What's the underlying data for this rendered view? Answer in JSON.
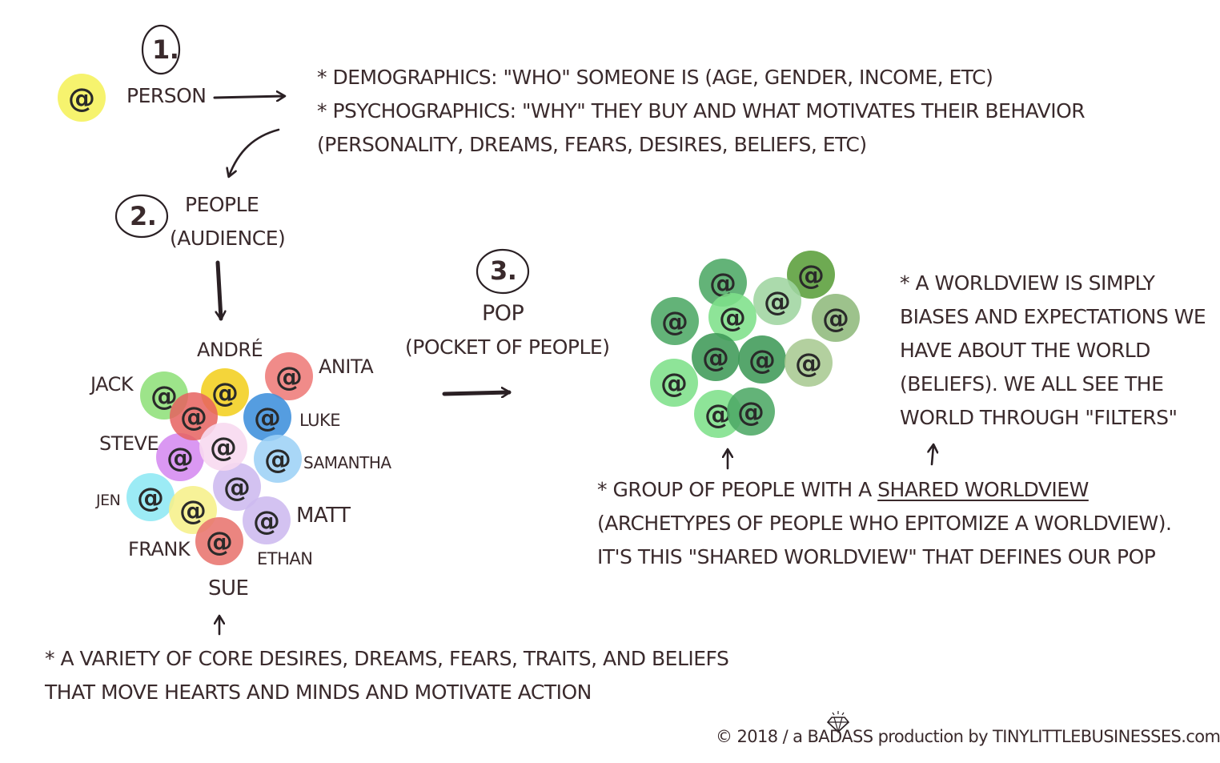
{
  "step1": {
    "number": "1.",
    "label": "PERSON"
  },
  "step1_notes": {
    "line1": "* DEMOGRAPHICS: \"WHO\" SOMEONE IS (AGE, GENDER, INCOME, ETC)",
    "line2": "* PSYCHOGRAPHICS: \"WHY\" THEY BUY AND WHAT MOTIVATES THEIR BEHAVIOR",
    "line3": "(PERSONALITY, DREAMS, FEARS, DESIRES, BELIEFS, ETC)"
  },
  "step2": {
    "number": "2.",
    "label": "PEOPLE",
    "sublabel": "(AUDIENCE)"
  },
  "people": [
    {
      "name": "ANDRÉ",
      "color": "#f2cf1f"
    },
    {
      "name": "ANITA",
      "color": "#ee7b79"
    },
    {
      "name": "JACK",
      "color": "#8fe07a"
    },
    {
      "name": "LUKE",
      "color": "#3d8fdc"
    },
    {
      "name": "STEVE",
      "color": "#d58af0"
    },
    {
      "name": "SAMANTHA",
      "color": "#9dd2f6"
    },
    {
      "name": "JEN",
      "color": "#8ee8f4"
    },
    {
      "name": "MATT",
      "color": "#cdb9ef"
    },
    {
      "name": "FRANK",
      "color": "#f6f08a"
    },
    {
      "name": "ETHAN",
      "color": "#cdb9ef"
    },
    {
      "name": "SUE",
      "color": "#e8746e"
    }
  ],
  "step2_note": {
    "line1": "* A VARIETY OF CORE DESIRES, DREAMS, FEARS, TRAITS, AND BELIEFS",
    "line2": "THAT MOVE HEARTS AND MINDS AND MOTIVATE ACTION"
  },
  "step3": {
    "number": "3.",
    "label": "POP",
    "sublabel": "(POCKET OF PEOPLE)"
  },
  "worldview_note": {
    "line1": "* A WORLDVIEW IS SIMPLY",
    "line2": "BIASES AND EXPECTATIONS WE",
    "line3": "HAVE ABOUT THE WORLD",
    "line4": "(BELIEFS). WE ALL SEE THE",
    "line5": "WORLD THROUGH \"FILTERS\""
  },
  "pop_note": {
    "line1_prefix": "* GROUP OF PEOPLE WITH A ",
    "line1_underlined": "SHARED WORLDVIEW",
    "line2": "(ARCHETYPES OF PEOPLE WHO EPITOMIZE A WORLDVIEW).",
    "line3": "IT'S THIS \"SHARED WORLDVIEW\" THAT DEFINES OUR POP"
  },
  "footer": {
    "credit": "© 2018 / a BADASS production by TINYLITTLEBUSINESSES.com"
  },
  "icons": {
    "person": "at-sign-icon",
    "arrow": "hand-drawn-arrow-icon",
    "logo": "diamond-icon"
  },
  "colors": {
    "ink": "#3a2a2c",
    "person_dot": "#f6f36e",
    "pop_greens": [
      "#4da865",
      "#7ee08a",
      "#9fd5a0",
      "#5a9e3a",
      "#8fba7c",
      "#3f9a58",
      "#a9c992"
    ]
  }
}
